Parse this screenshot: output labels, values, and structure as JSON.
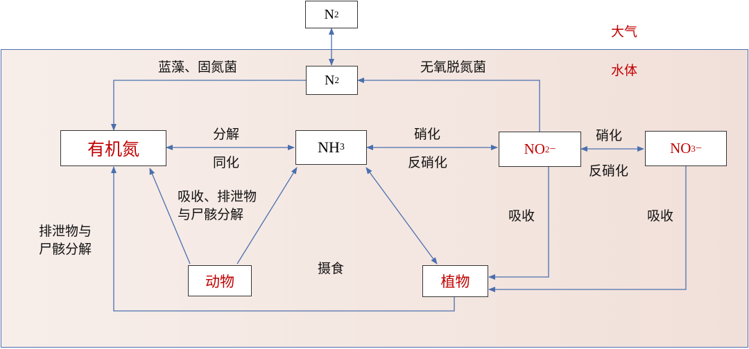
{
  "regions": {
    "atmosphere": "大气",
    "water": "水体"
  },
  "nodes": {
    "n2_air": {
      "main": "N",
      "sub": "2",
      "sup": ""
    },
    "n2_water": {
      "main": "N",
      "sub": "2",
      "sup": ""
    },
    "organic_n": {
      "label": "有机氮"
    },
    "nh3": {
      "main": "NH",
      "sub": "3",
      "sup": ""
    },
    "no2": {
      "main": "NO",
      "sub": "2",
      "sup": "−"
    },
    "no3": {
      "main": "NO",
      "sub": "3",
      "sup": "−"
    },
    "animal": {
      "label": "动物"
    },
    "plant": {
      "label": "植物"
    }
  },
  "labels": {
    "cyanobacteria": "蓝藻、固氮菌",
    "anaerobic_denitrifier": "无氧脱氮菌",
    "decompose": "分解",
    "assimilate": "同化",
    "nitrify_1": "硝化",
    "denitrify_1": "反硝化",
    "nitrify_2": "硝化",
    "denitrify_2": "反硝化",
    "absorb_excrete_line1": "吸收、排泄物",
    "absorb_excrete_line2": "与尸骸分解",
    "excrete_line1": "排泄物与",
    "excrete_line2": "尸骸分解",
    "ingest": "摄食",
    "absorb_1": "吸收",
    "absorb_2": "吸收"
  },
  "colors": {
    "arrow": "#4a6fae",
    "accent_red": "#c00000",
    "border": "#333333"
  }
}
